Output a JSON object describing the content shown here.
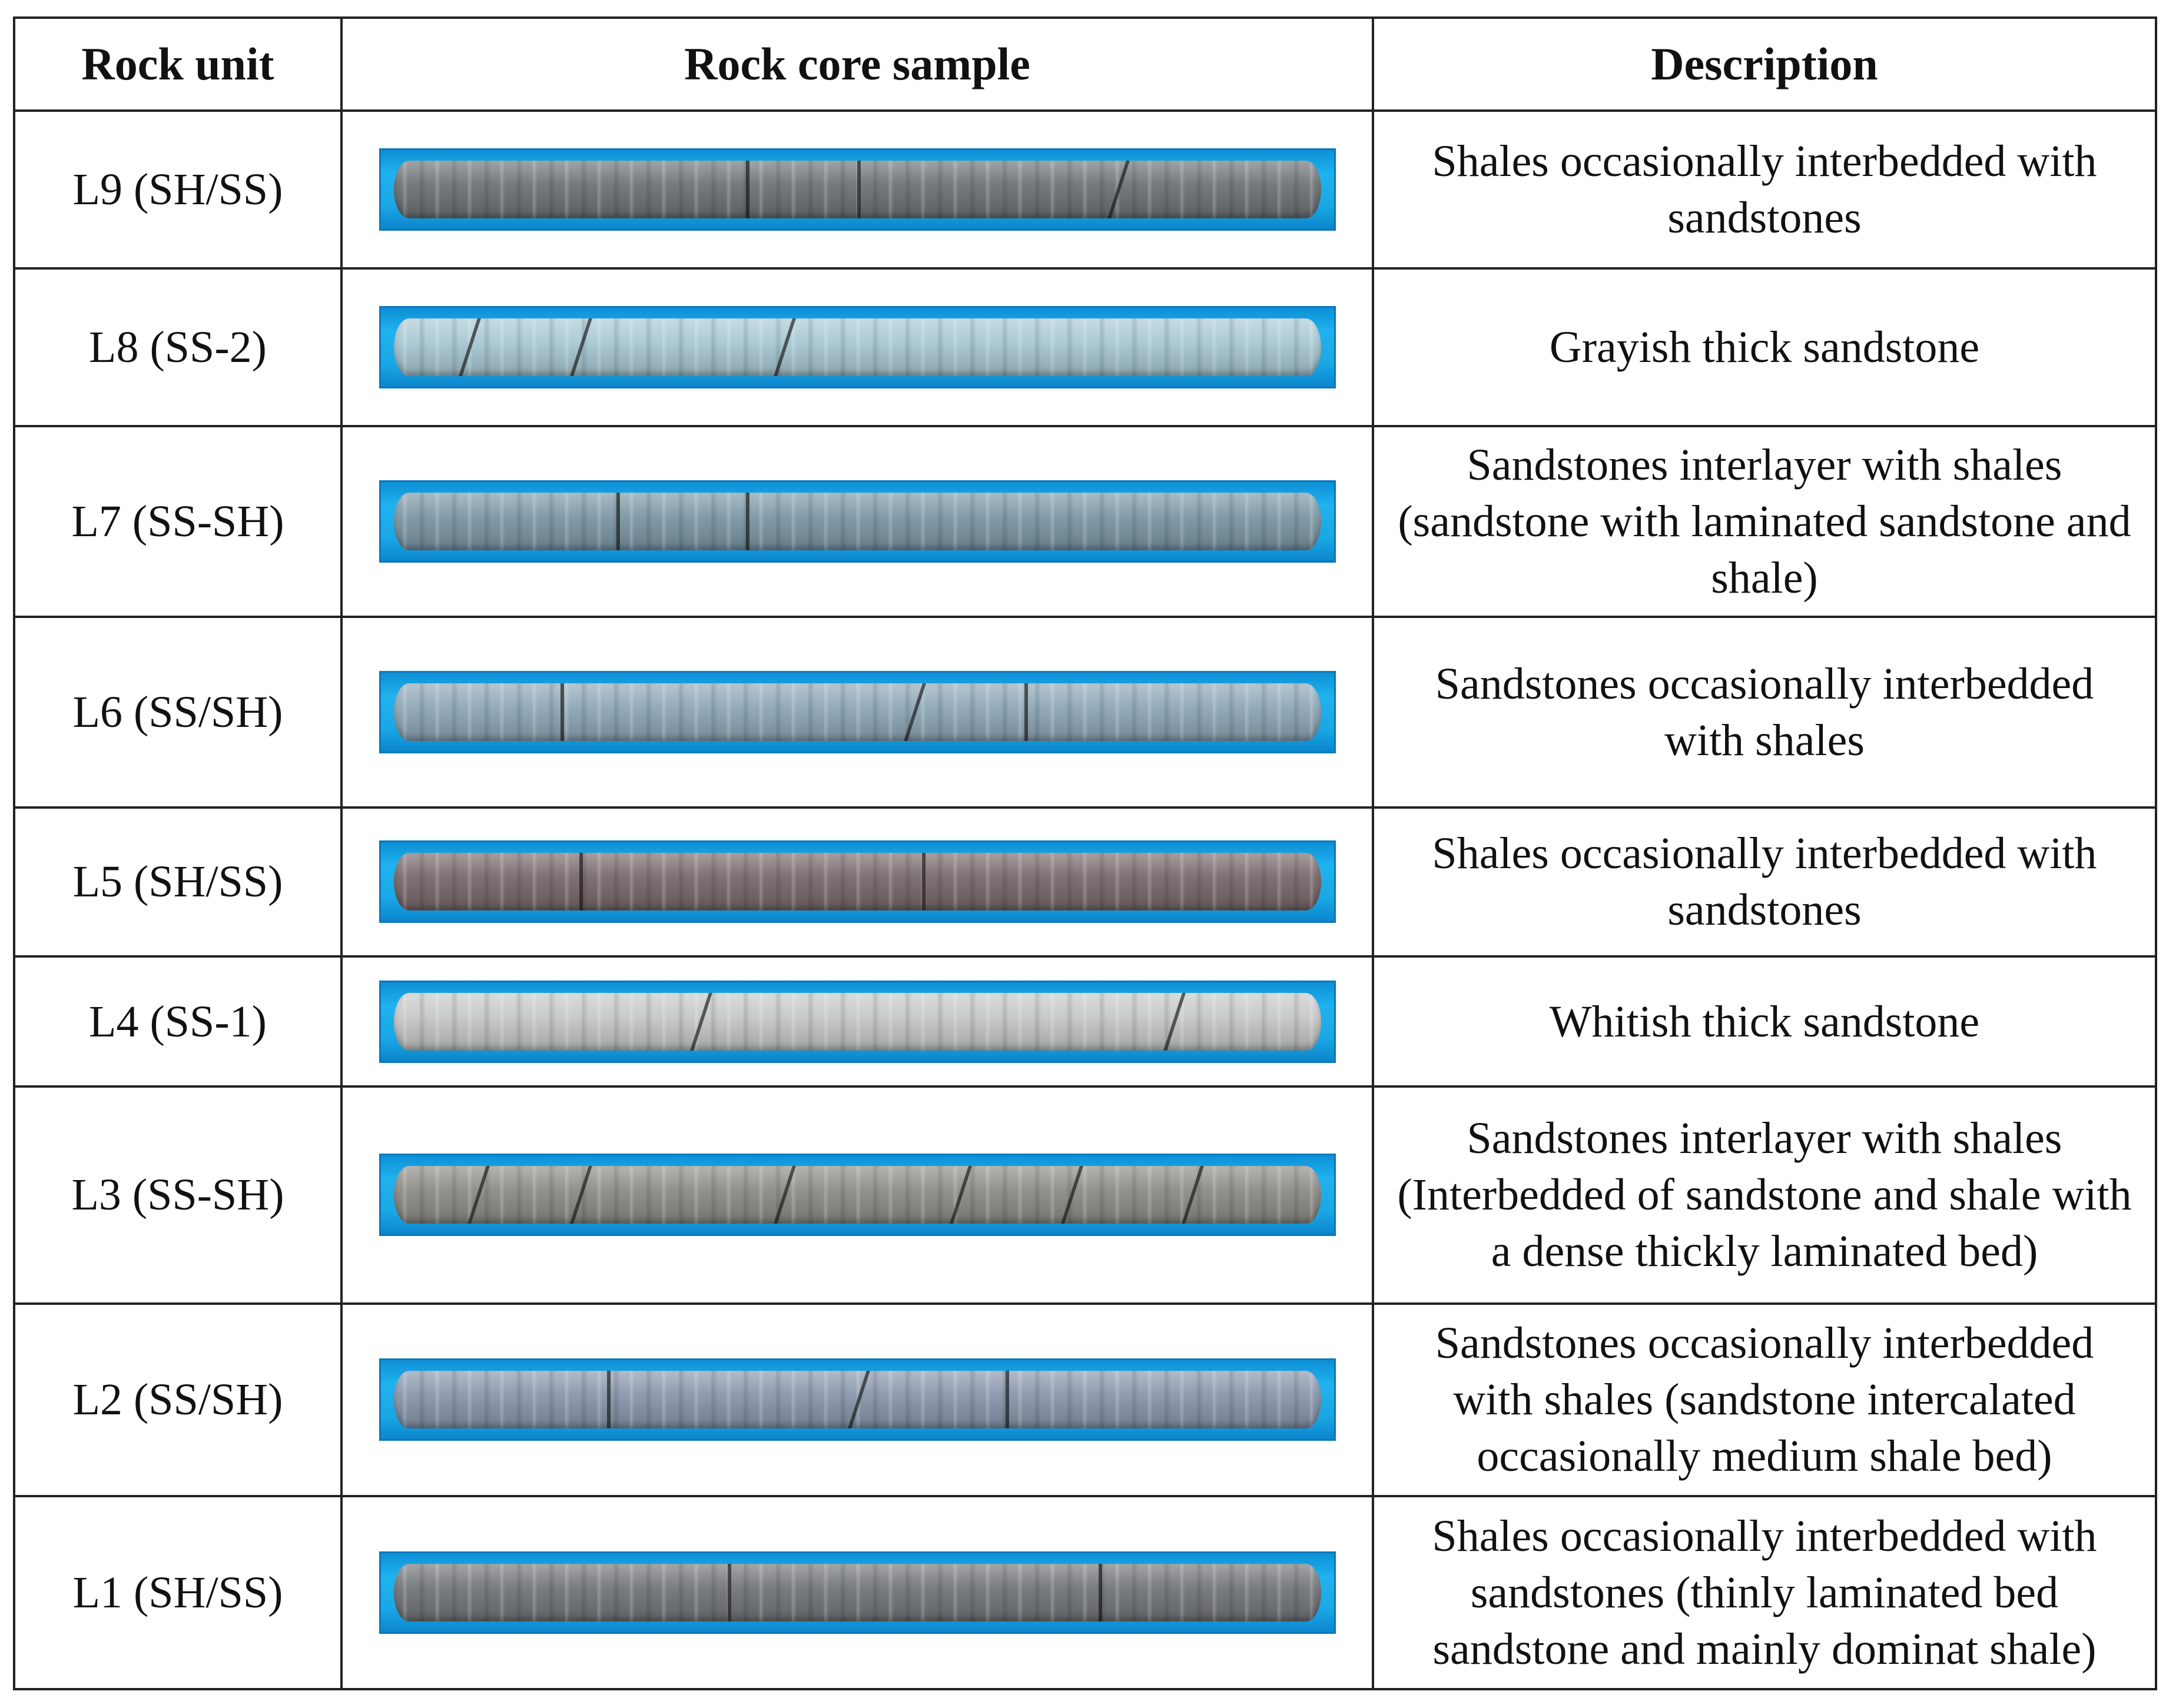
{
  "headers": {
    "unit": "Rock unit",
    "core": "Rock core sample",
    "desc": "Description"
  },
  "rows": [
    {
      "unit": "L9 (SH/SS)",
      "desc": "Shales occasionally interbedded with sandstones",
      "core_color": "#6f7478"
    },
    {
      "unit": "L8 (SS-2)",
      "desc": "Grayish thick sandstone",
      "core_color": "#a9c9d4"
    },
    {
      "unit": "L7 (SS-SH)",
      "desc": "Sandstones interlayer with shales (sandstone with laminated sandstone and shale)",
      "core_color": "#7d98a6"
    },
    {
      "unit": "L6 (SS/SH)",
      "desc": "Sandstones occasionally interbedded with shales",
      "core_color": "#8fa8b8"
    },
    {
      "unit": "L5 (SH/SS)",
      "desc": "Shales occasionally interbedded with sandstones",
      "core_color": "#7a6a6c"
    },
    {
      "unit": "L4 (SS-1)",
      "desc": "Whitish thick sandstone",
      "core_color": "#c7c9c9"
    },
    {
      "unit": "L3 (SS-SH)",
      "desc": "Sandstones interlayer with shales (Interbedded of sandstone and shale with a dense thickly laminated bed)",
      "core_color": "#8e8d87"
    },
    {
      "unit": "L2 (SS/SH)",
      "desc": "Sandstones occasionally interbedded with shales (sandstone intercalated occasionally medium shale bed)",
      "core_color": "#8a97ad"
    },
    {
      "unit": "L1 (SH/SS)",
      "desc": "Shales occasionally interbedded with sandstones (thinly laminated bed sandstone and mainly dominat shale)",
      "core_color": "#73777b"
    }
  ]
}
